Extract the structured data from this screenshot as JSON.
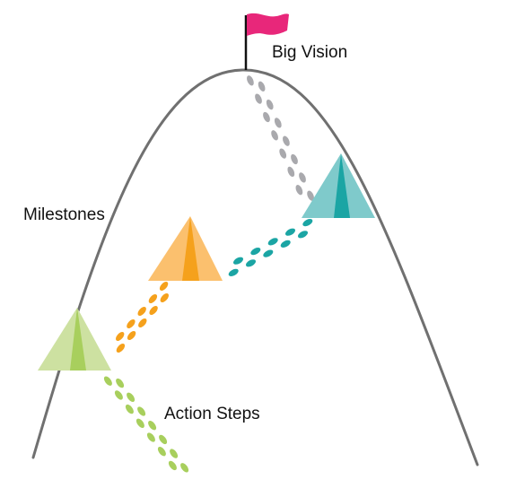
{
  "labels": {
    "big_vision": "Big Vision",
    "milestones": "Milestones",
    "action_steps": "Action Steps"
  },
  "colors": {
    "mountain": "#707070",
    "flag": "#E8277A",
    "pole": "#111111",
    "summit_steps": "#A9A9AD",
    "teal_tent_light": "#7FCACB",
    "teal_tent_dark": "#1BA5A4",
    "teal_steps": "#1BA5A4",
    "orange_tent_light": "#FBC06E",
    "orange_tent_dark": "#F5A11C",
    "orange_steps": "#F5A11C",
    "green_tent_light": "#CDE1A1",
    "green_tent_dark": "#A8CF5D",
    "green_steps": "#A8CF5D"
  }
}
